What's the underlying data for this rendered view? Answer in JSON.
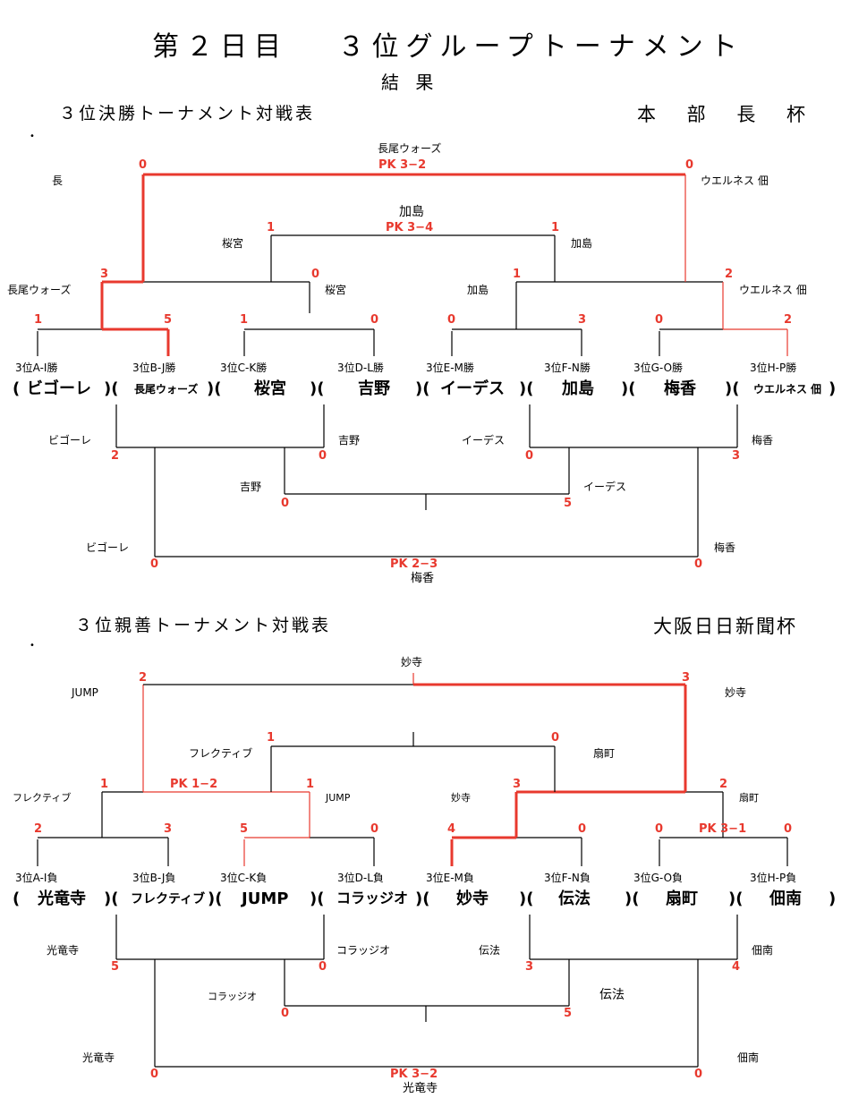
{
  "title": "第２日目　 ３位グループトーナメント",
  "subtitle": "結 果",
  "colors": {
    "win_line": "#e8392e",
    "line": "#000000",
    "score": "#e8392e"
  },
  "bracket1": {
    "heading": "３位決勝トーナメント対戦表",
    "cup": "本 部 長 杯",
    "final_label": "長尾ウォーズ",
    "final_pk": "PK 3−2",
    "side_left": "長",
    "side_right": "ウエルネス 佃",
    "semi_label": "加島",
    "semi_pk": "PK 3−4",
    "semi_left": "桜宮",
    "semi_right": "加島",
    "r2_left_a": "長尾ウォーズ",
    "r2_left_b": "桜宮",
    "r2_right_a": "加島",
    "r2_right_b": "ウエルネス 佃",
    "slots": [
      "3位A-I勝",
      "3位B-J勝",
      "3位C-K勝",
      "3位D-L勝",
      "3位E-M勝",
      "3位F-N勝",
      "3位G-O勝",
      "3位H-P勝"
    ],
    "teams": [
      "ビゴーレ",
      "長尾ウォーズ",
      "桜宮",
      "吉野",
      "イーデス",
      "加島",
      "梅香",
      "ウエルネス 佃"
    ],
    "scores": {
      "final_l": "0",
      "final_r": "0",
      "semi_l": "1",
      "semi_r": "1",
      "r2_a": "3",
      "r2_b": "0",
      "r2_c": "1",
      "r2_d": "2",
      "r1": [
        "1",
        "5",
        "1",
        "0",
        "0",
        "3",
        "0",
        "2"
      ]
    },
    "lower": {
      "a_left": "ビゴーレ",
      "a_right": "吉野",
      "b_left": "イーデス",
      "b_right": "梅香",
      "mid_left": "吉野",
      "mid_right": "イーデス",
      "bottom_left": "ビゴーレ",
      "bottom_right": "梅香",
      "pk": "PK 2−3",
      "winner": "梅香",
      "s_a_l": "2",
      "s_a_r": "0",
      "s_b_l": "0",
      "s_b_r": "3",
      "s_mid_l": "0",
      "s_mid_r": "5",
      "s_bot_l": "0",
      "s_bot_r": "0"
    }
  },
  "bracket2": {
    "heading": "３位親善トーナメント対戦表",
    "cup": "大阪日日新聞杯",
    "final_label": "妙寺",
    "side_left": "JUMP",
    "side_right": "妙寺",
    "semi_left": "フレクティブ",
    "semi_right": "扇町",
    "r2_left_a": "フレクティブ",
    "r2_left_pk": "PK 1−2",
    "r2_left_b": "JUMP",
    "r2_right_a": "妙寺",
    "r2_right_b": "扇町",
    "r1_pk": "PK 3−1",
    "slots": [
      "3位A-I負",
      "3位B-J負",
      "3位C-K負",
      "3位D-L負",
      "3位E-M負",
      "3位F-N負",
      "3位G-O負",
      "3位H-P負"
    ],
    "teams": [
      "光竜寺",
      "フレクティブ",
      "JUMP",
      "コラッジオ",
      "妙寺",
      "伝法",
      "扇町",
      "佃南"
    ],
    "scores": {
      "final_l": "2",
      "final_r": "3",
      "semi_l": "1",
      "semi_r": "0",
      "r2_a": "1",
      "r2_b": "1",
      "r2_c": "3",
      "r2_d": "2",
      "r1": [
        "2",
        "3",
        "5",
        "0",
        "4",
        "0",
        "0",
        "0"
      ]
    },
    "lower": {
      "a_left": "光竜寺",
      "a_right": "コラッジオ",
      "b_left": "伝法",
      "b_right": "佃南",
      "mid_left": "コラッジオ",
      "mid_right": "伝法",
      "bottom_left": "光竜寺",
      "bottom_right": "佃南",
      "pk": "PK 3−2",
      "winner": "光竜寺",
      "s_a_l": "5",
      "s_a_r": "0",
      "s_b_l": "3",
      "s_b_r": "4",
      "s_mid_l": "0",
      "s_mid_r": "5",
      "s_bot_l": "0",
      "s_bot_r": "0"
    }
  }
}
